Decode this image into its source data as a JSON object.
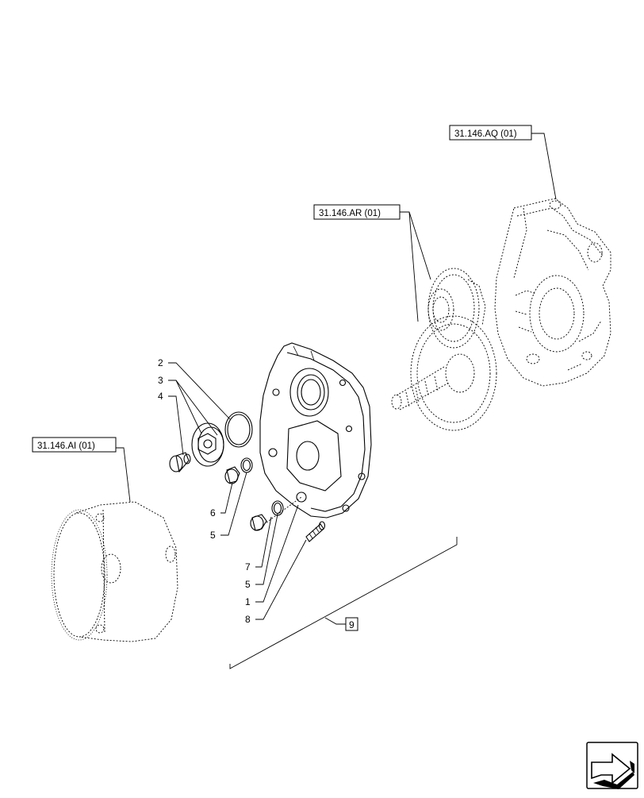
{
  "references": {
    "aq": "31.146.AQ (01)",
    "ar": "31.146.AR (01)",
    "ai": "31.146.AI (01)"
  },
  "callouts": {
    "c2": "2",
    "c3": "3",
    "c4": "4",
    "c6": "6",
    "c5a": "5",
    "c7": "7",
    "c5b": "5",
    "c1": "1",
    "c8": "8",
    "c9": "9"
  },
  "icons": {
    "nav": "next-page-arrow-icon"
  }
}
